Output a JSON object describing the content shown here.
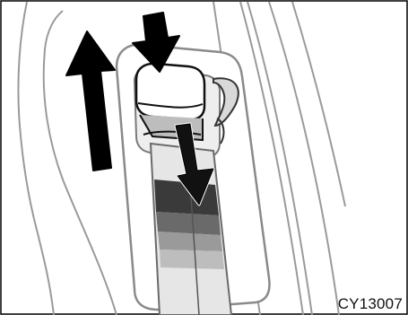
{
  "figure": {
    "code": "CY13007"
  },
  "arrows": [
    {
      "icon": "up-arrow-icon",
      "meaning": "pull-up"
    },
    {
      "icon": "down-arrow-icon",
      "meaning": "press-down"
    },
    {
      "icon": "down-arrow-icon",
      "meaning": "pull-down"
    }
  ]
}
